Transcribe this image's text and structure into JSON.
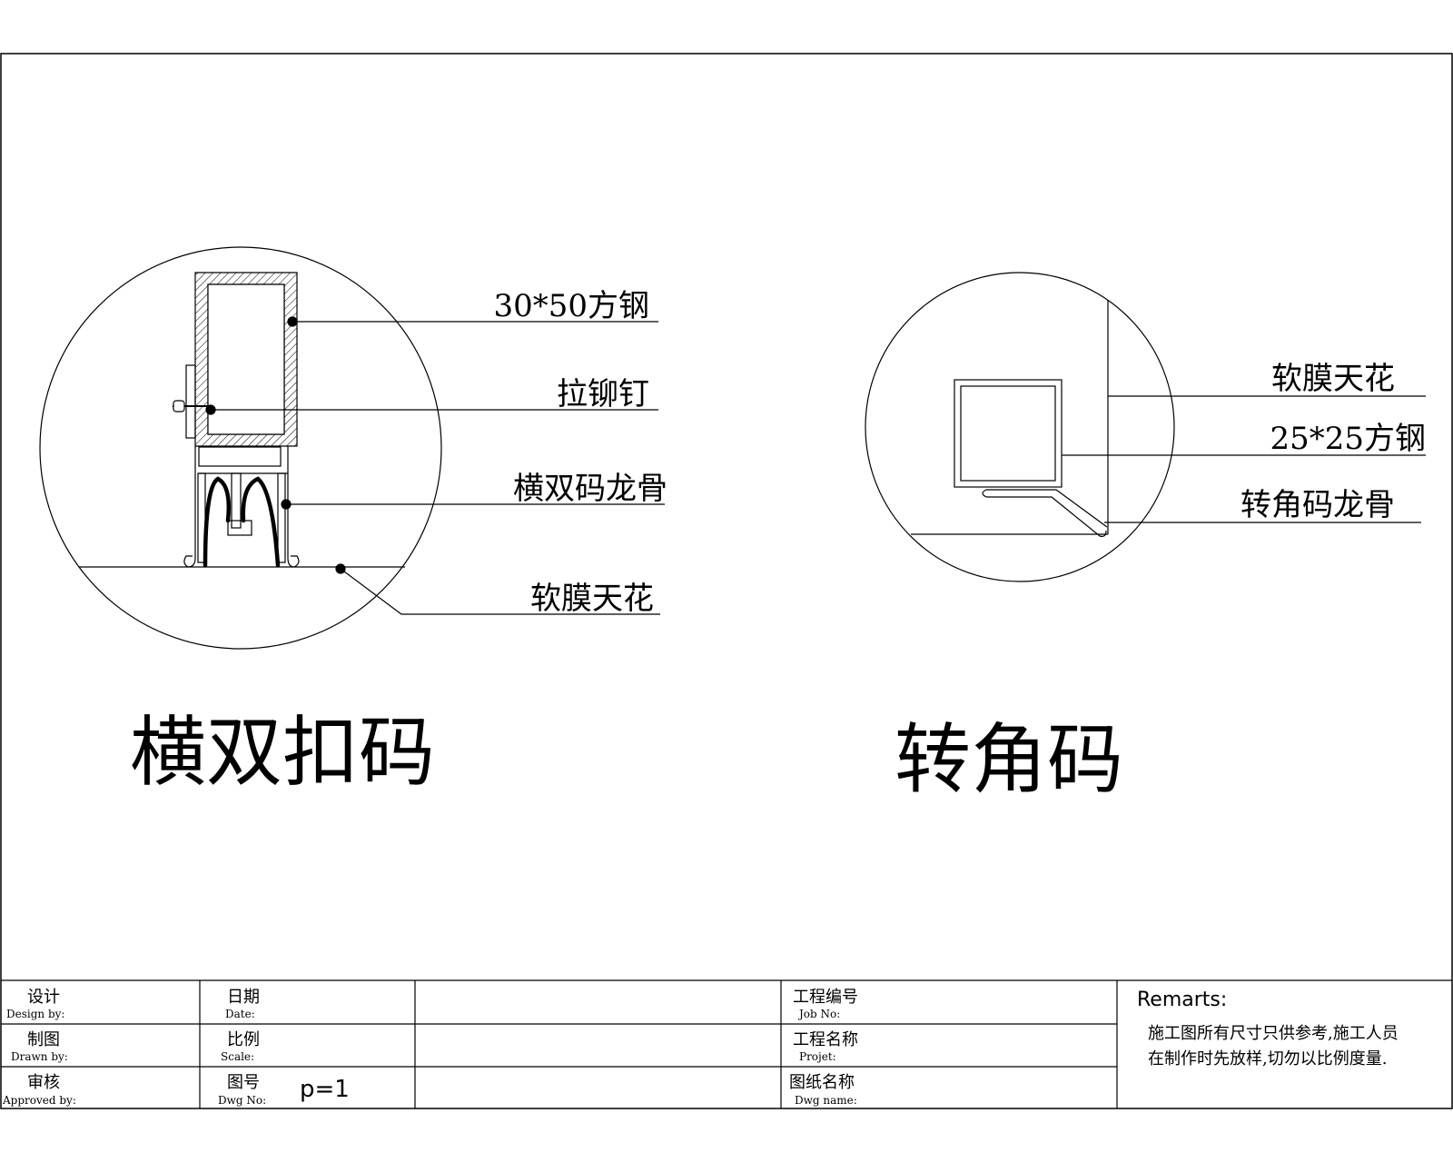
{
  "detail_left": {
    "title": "横双扣码",
    "labels": {
      "steel_tube": "30*50方钢",
      "rivet": "拉铆钉",
      "profile": "横双码龙骨",
      "membrane": "软膜天花"
    }
  },
  "detail_right": {
    "title": "转角码",
    "labels": {
      "membrane": "软膜天花",
      "steel_tube": "25*25方钢",
      "profile": "转角码龙骨"
    }
  },
  "title_block": {
    "design": {
      "cn": "设计",
      "en": "Design by:"
    },
    "date": {
      "cn": "日期",
      "en": "Date:"
    },
    "drawn": {
      "cn": "制图",
      "en": "Drawn by:"
    },
    "scale": {
      "cn": "比例",
      "en": "Scale:"
    },
    "approved": {
      "cn": "审核",
      "en": "Approved by:"
    },
    "dwg_no": {
      "cn": "图号",
      "en": "Dwg No:"
    },
    "scale_value": "p=1",
    "job_no": {
      "cn": "工程编号",
      "en": "Job No:"
    },
    "project": {
      "cn": "工程名称",
      "en": "Projet:"
    },
    "dwg_name": {
      "cn": "图纸名称",
      "en": "Dwg name:"
    },
    "remarks_heading": "Remarts:",
    "remarks_line1": "施工图所有尺寸只供参考,施工人员",
    "remarks_line2": "在制作时先放样,切勿以比例度量."
  }
}
